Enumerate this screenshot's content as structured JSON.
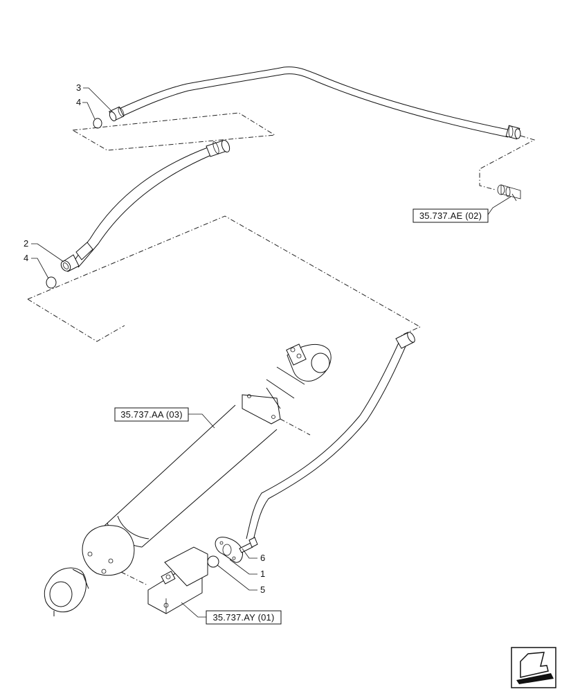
{
  "callouts": {
    "c1": "1",
    "c2": "2",
    "c3": "3",
    "c4a": "4",
    "c4b": "4",
    "c5": "5",
    "c6": "6"
  },
  "references": {
    "ae": "35.737.AE (02)",
    "aa": "35.737.AA (03)",
    "ay": "35.737.AY (01)"
  },
  "icons": {
    "corner": "view-orientation-arrow-icon"
  }
}
